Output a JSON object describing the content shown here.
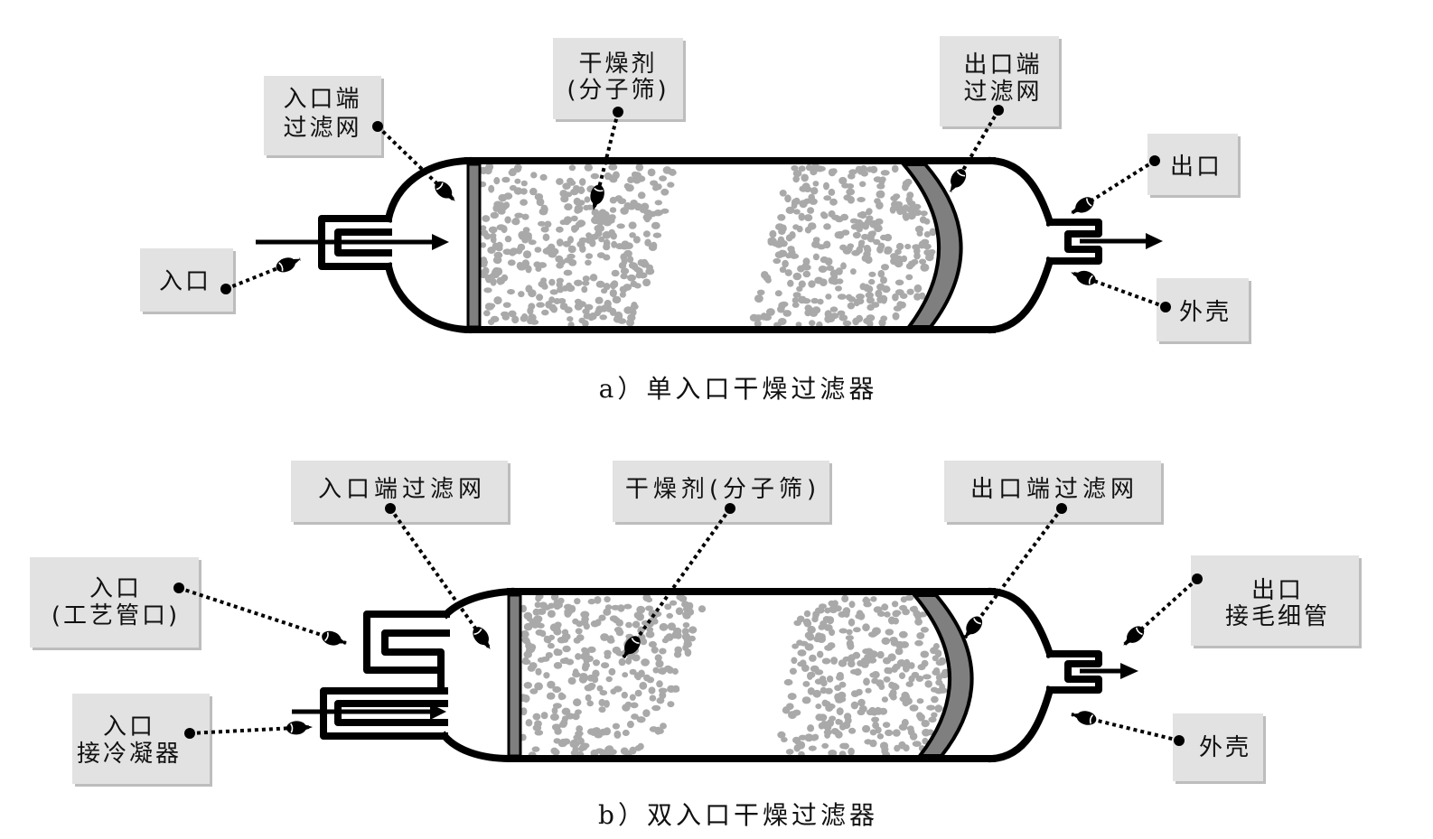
{
  "diagram_a": {
    "caption": "a）单入口干燥过滤器",
    "inlet_filter": [
      "入口端",
      "过滤网"
    ],
    "desiccant": [
      "干燥剂",
      "(分子筛)"
    ],
    "outlet_filter": [
      "出口端",
      "过滤网"
    ],
    "outlet": "出口",
    "inlet": "入口",
    "shell": "外壳"
  },
  "diagram_b": {
    "caption": "b）双入口干燥过滤器",
    "inlet_filter": "入口端过滤网",
    "desiccant": "干燥剂(分子筛)",
    "outlet_filter": "出口端过滤网",
    "inlet_process": [
      "入口",
      "(工艺管口)"
    ],
    "inlet_condenser": [
      "入口",
      "接冷凝器"
    ],
    "outlet_capillary": [
      "出口",
      "接毛细管"
    ],
    "shell": "外壳"
  },
  "colors": {
    "outline": "#000000",
    "desiccant": "#a9a9a9",
    "filter": "#7f7f7f",
    "label_bg": "#e2e2e2"
  }
}
